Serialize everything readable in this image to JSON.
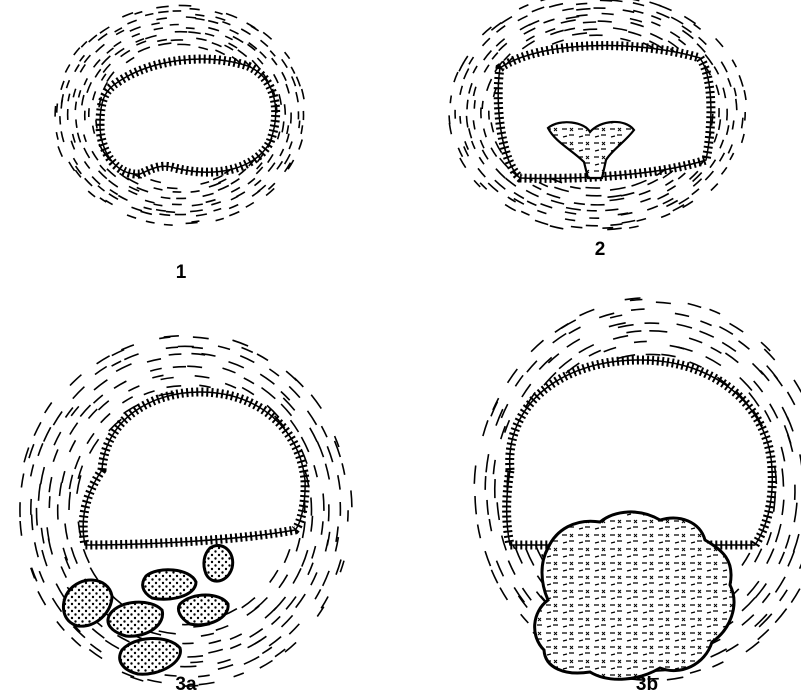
{
  "figure": {
    "panels": [
      {
        "label": "1"
      },
      {
        "label": "2"
      },
      {
        "label": "3a"
      },
      {
        "label": "3b"
      }
    ]
  },
  "colors": {
    "ink": "#000000",
    "paper": "#ffffff"
  }
}
